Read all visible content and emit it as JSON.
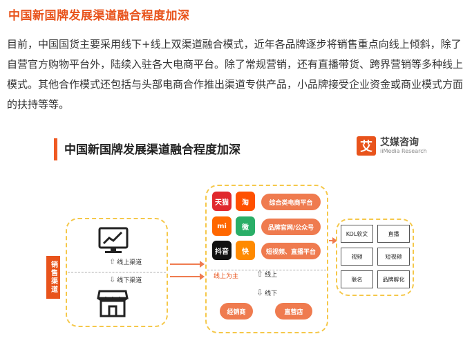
{
  "article": {
    "title": "中国新国牌发展渠道融合程度加深",
    "body": "目前，中国国货主要采用线下+线上双渠道融合模式，近年各品牌逐步将销售重点向线上倾斜，除了自营官方购物平台外，陆续入驻各大电商平台。除了常规营销，还有直播带货、跨界营销等多种线上模式。其他合作模式还包括与头部电商合作推出渠道专供产品，小品牌接受企业资金或商业模式方面的扶持等等。"
  },
  "figure": {
    "title": "中国新国牌发展渠道融合程度加深",
    "brand": {
      "name": "艾媒咨询",
      "sub": "iiMedia Research",
      "mark": "艾"
    },
    "left": {
      "label": "销售渠道",
      "online_label": "线上渠道",
      "offline_label": "线下渠道"
    },
    "mid": {
      "apps": [
        {
          "name": "tmall-icon",
          "glyph": "天猫",
          "color": "#e0282d"
        },
        {
          "name": "taobao-icon",
          "glyph": "淘",
          "color": "#ff5000"
        },
        {
          "name": "xiaomi-icon",
          "glyph": "mi",
          "color": "#ff6700"
        },
        {
          "name": "wechat-icon",
          "glyph": "微",
          "color": "#2aae67"
        },
        {
          "name": "douyin-icon",
          "glyph": "抖音",
          "color": "#111111"
        },
        {
          "name": "kuaishou-icon",
          "glyph": "快",
          "color": "#ff8a00"
        }
      ],
      "pills": [
        "综合类电商平台",
        "品牌官网/公众号",
        "短视频、直播平台"
      ],
      "note": "线上为主",
      "up_label": "线上",
      "down_label": "线下",
      "bottom_pills": [
        "经销商",
        "直营店"
      ]
    },
    "right": {
      "cells": [
        "KOL软文",
        "直播",
        "视频",
        "短视频",
        "联名",
        "品牌孵化"
      ]
    },
    "colors": {
      "accent": "#e8531b",
      "pill": "#ef7b4f",
      "dash": "#f5c84a"
    }
  }
}
